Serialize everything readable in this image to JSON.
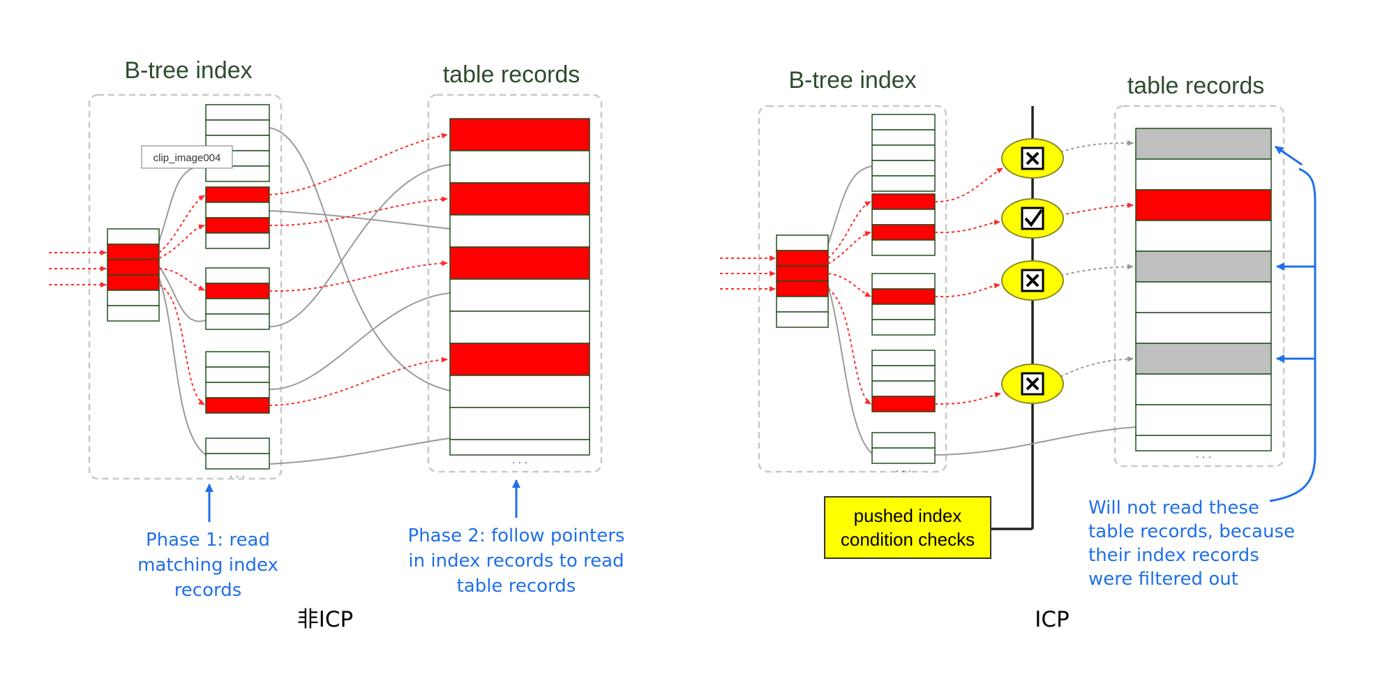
{
  "left": {
    "btree_title": "B-tree index",
    "table_title": "table records",
    "tooltip": "clip_image004",
    "phase1": [
      "Phase 1: read",
      "matching index",
      "records"
    ],
    "phase2": [
      "Phase 2: follow pointers",
      "in index records to read",
      "table records"
    ],
    "caption": "非ICP"
  },
  "right": {
    "btree_title": "B-tree index",
    "table_title": "table records",
    "pushed": [
      "pushed index",
      "condition checks"
    ],
    "note": [
      "Will not read these",
      "table records, because",
      "their index records",
      "were filtered out"
    ],
    "caption": "ICP",
    "checks": [
      {
        "result": "reject",
        "icon": "x-box-icon"
      },
      {
        "result": "pass",
        "icon": "check-box-icon"
      },
      {
        "result": "reject",
        "icon": "x-box-icon"
      },
      {
        "result": "reject",
        "icon": "x-box-icon"
      }
    ]
  },
  "colors": {
    "match": "#ff0000",
    "filtered": "#bfbfbf",
    "cell_border": "#1f4d1f",
    "pointer": "#ff2a2a",
    "note_blue": "#1f6fe8",
    "check_fill": "#ffff00",
    "dashed_group": "#c8c8c8"
  }
}
